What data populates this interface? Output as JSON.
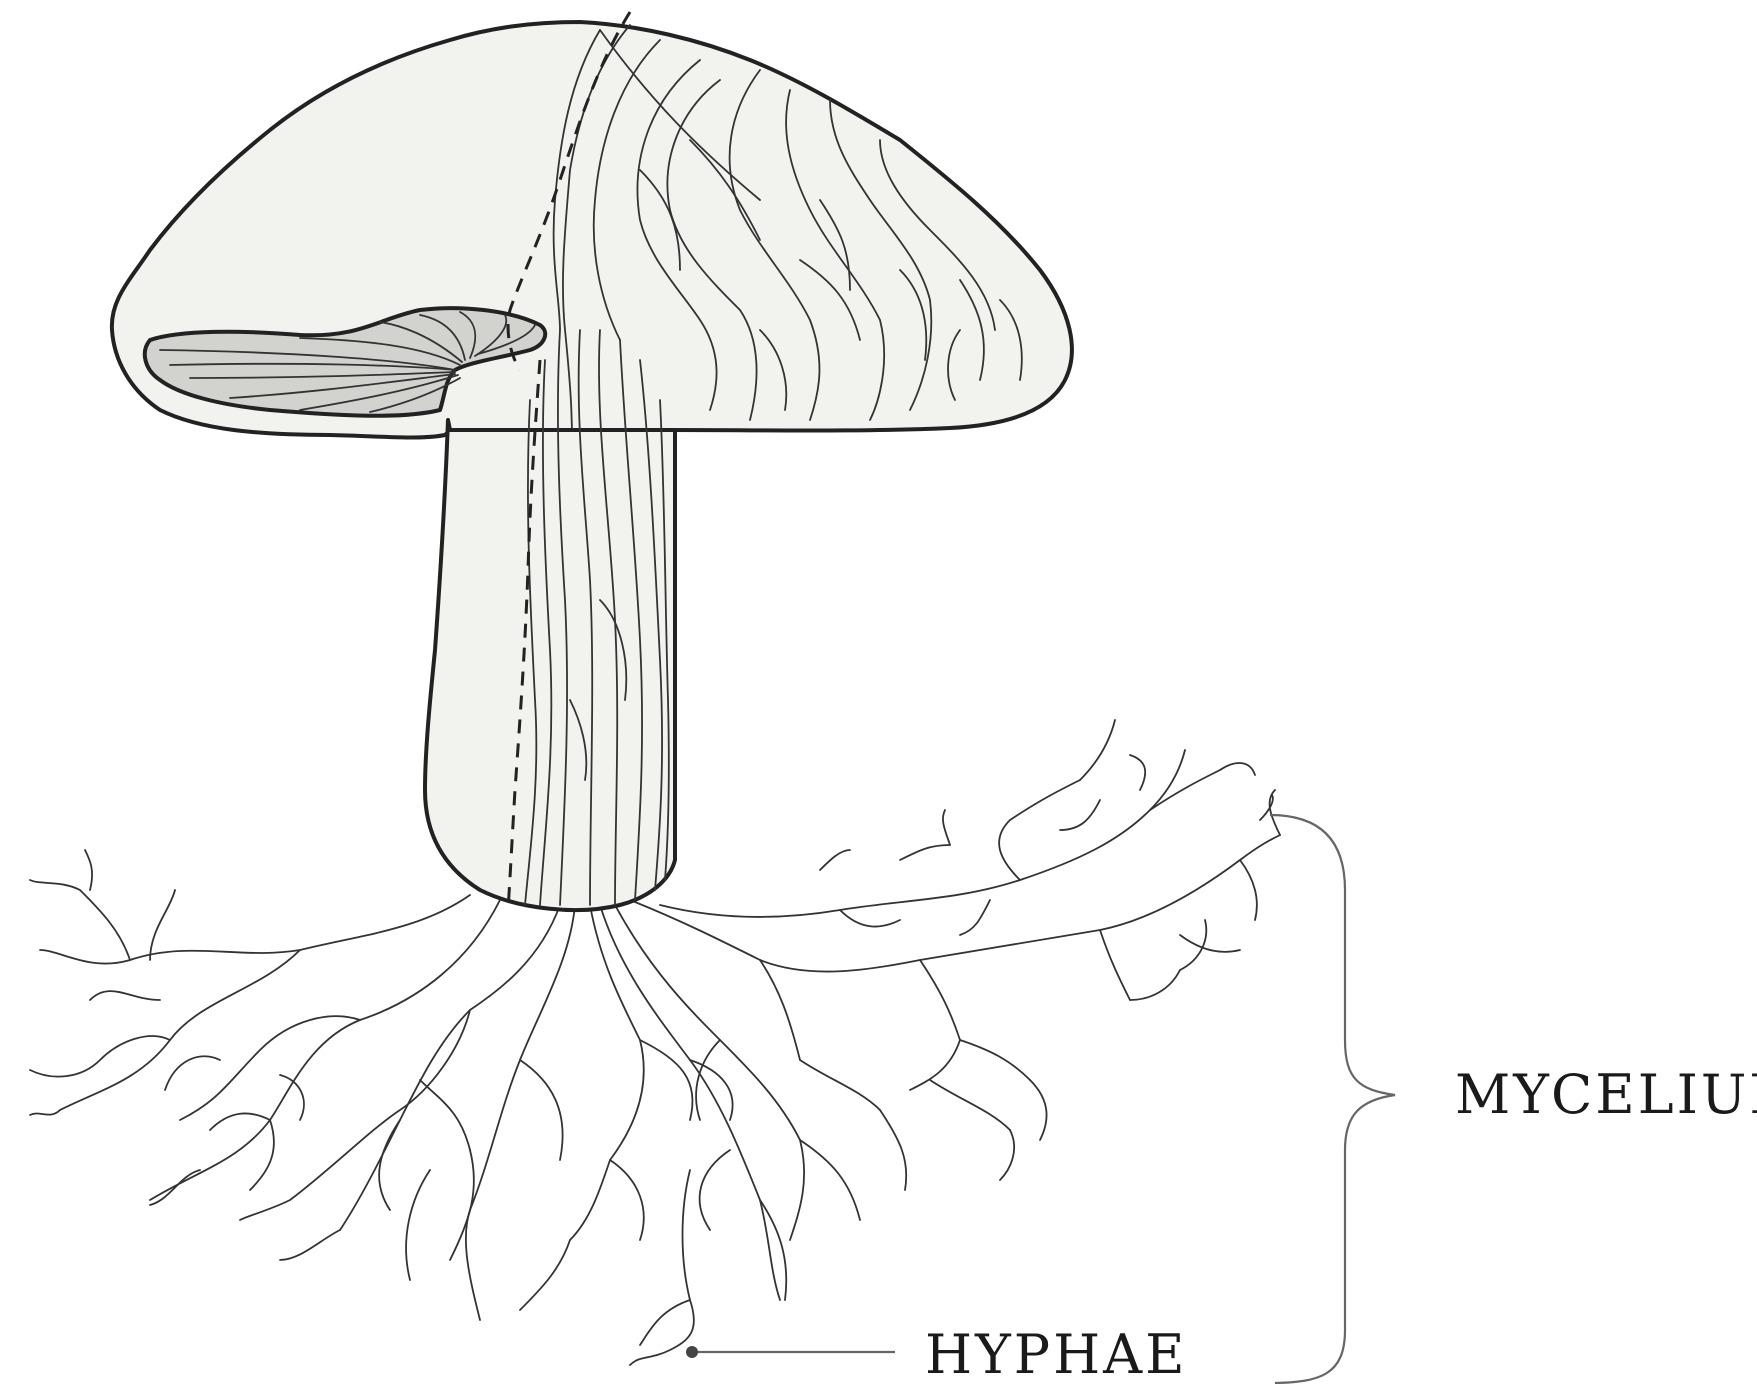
{
  "labels": {
    "mycelium": "MYCELIUM",
    "hyphae": "HYPHAE"
  },
  "colors": {
    "cap_fill": "#f2f2ef",
    "gill_fill": "#d2d2cf",
    "stroke": "#222222",
    "bracket": "#666666"
  },
  "icons": [
    "mushroom",
    "gills",
    "hyphae-strands",
    "curly-brace",
    "leader-line"
  ]
}
